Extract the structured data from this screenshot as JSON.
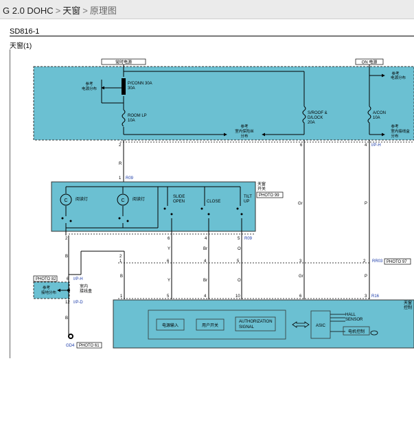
{
  "breadcrumb": {
    "engine": "G 2.0 DOHC",
    "sep1": ">",
    "section": "天窗",
    "sep2": ">",
    "page": "原理图"
  },
  "doc": {
    "code": "SD816-1",
    "subtitle": "天窗(1)"
  },
  "power": {
    "hot_label": "常时电源",
    "on_label": "ON 电源",
    "ref_power_dist": "参考\n电源分布",
    "ref_power_dist_right": "参考\n电源分布",
    "ref_interior_fuse": "参考\n室内保险丝\n分布",
    "ref_interior_junction": "参考\n室内接线盒\n分布"
  },
  "fuses": {
    "pconn": "P/CONN\n30A",
    "room_lp": "ROOM LP\n10A",
    "sroof": "S/ROOF &\nD/LOCK\n20A",
    "acon": "A/CON\n10A"
  },
  "connectors": {
    "p2": "2",
    "p6": "6",
    "p4": "4",
    "iph": "I/P-H",
    "r1": "1",
    "r09": "R09",
    "sw2": "2",
    "sw6": "6",
    "sw4": "4",
    "sw5": "5",
    "r09b": "R09",
    "b1": "1",
    "b6": "6",
    "b4": "4",
    "b5": "5",
    "b3": "3",
    "b2": "2",
    "rr03": "RR03",
    "c1": "1",
    "c5": "5",
    "c4": "4",
    "c10": "10",
    "c6": "6",
    "c3": "3",
    "r16": "R16",
    "j6": "6",
    "iph2": "I/P-H",
    "j12": "12",
    "ipd": "I/P-D",
    "ground": "GD4"
  },
  "wires": {
    "w_r": "R",
    "w_gr": "Gr",
    "w_p": "P",
    "w_b1": "B",
    "w_y1": "Y",
    "w_br1": "Br",
    "w_o1": "O",
    "w_b2": "B",
    "w_y2": "Y",
    "w_br2": "Br",
    "w_o2": "O",
    "w_gr2": "Gr",
    "w_p2": "P",
    "w_b3": "B"
  },
  "switch": {
    "title": "天窗\n开关",
    "lamp1": "阅读灯",
    "lamp2": "阅读灯",
    "slide_open": "SLIDE\nOPEN",
    "close": "CLOSE",
    "tilt_up": "TILT\nUP"
  },
  "photos": {
    "switch": "PHOTO 99",
    "rr03": "PHOTO 97",
    "junction": "PHOTO 82",
    "ground": "PHOTO 61"
  },
  "junction": {
    "ref": "参考\n接地分布",
    "name": "室内\n接线盒"
  },
  "controller": {
    "title": "天窗\n控制",
    "power_in": "电源输入",
    "user_switch": "用户开关",
    "auth_signal": "AUTHORIZATION\nSIGNAL",
    "asic": "ASIC",
    "hall_sensor": "HALL\nSENSOR",
    "motor": "电机控制"
  },
  "colors": {
    "fill": "#6bc0d2",
    "wire": "#000000",
    "accent_text": "#1a3aa8",
    "border": "#333333"
  }
}
